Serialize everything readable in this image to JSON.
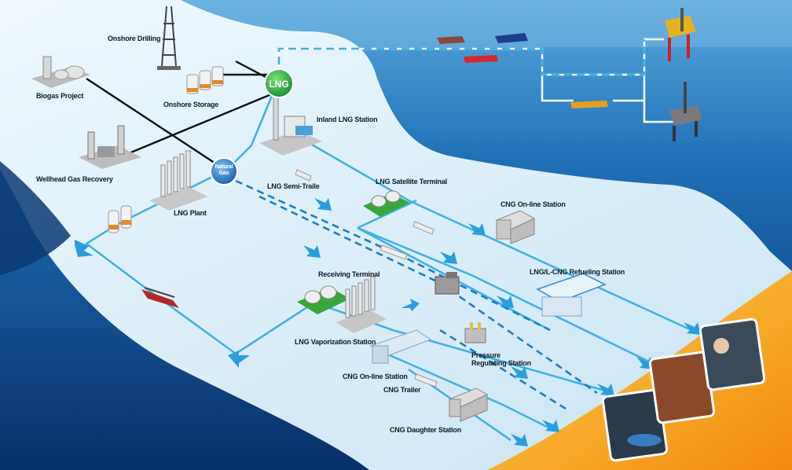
{
  "hub_labels": {
    "lng": "LNG",
    "natural_gas": "Natural Gas"
  },
  "labels": {
    "onshore_drilling": "Onshore Drilling",
    "onshore_storage": "Onshore Storage",
    "biogas_project": "Biogas Project",
    "wellhead_gas_recovery": "Wellhead Gas Recovery",
    "inland_lng_station": "Inland LNG Station",
    "lng_plant": "LNG Plant",
    "lng_semi_trailer": "LNG Semi-Traile",
    "lng_satellite_terminal": "LNG Satellite Terminal",
    "cng_online_station_top": "CNG On-line Station",
    "lng_lcng_refueling_station": "LNG/L-CNG Refueling Station",
    "receiving_terminal": "Receiving Terminal",
    "lng_vaporization_station": "LNG Vaporization Station",
    "pressure_regulating_station_1": "Pressure",
    "pressure_regulating_station_2": "Regulating Station",
    "cng_online_station_bottom": "CNG On-line Station",
    "cng_trailer": "CNG Trailer",
    "cng_daughter_station": "CNG Daughter Station"
  },
  "colors": {
    "ocean": "#0b4a8c",
    "land": "#dff2fb",
    "pipeline_light": "#3fb2e6",
    "pipeline_dark": "#1a7fc4",
    "feed_line": "#111111",
    "lng_hub": "#1faa3c",
    "ng_hub": "#1e78c8",
    "accent_orange": "#f5a623"
  }
}
